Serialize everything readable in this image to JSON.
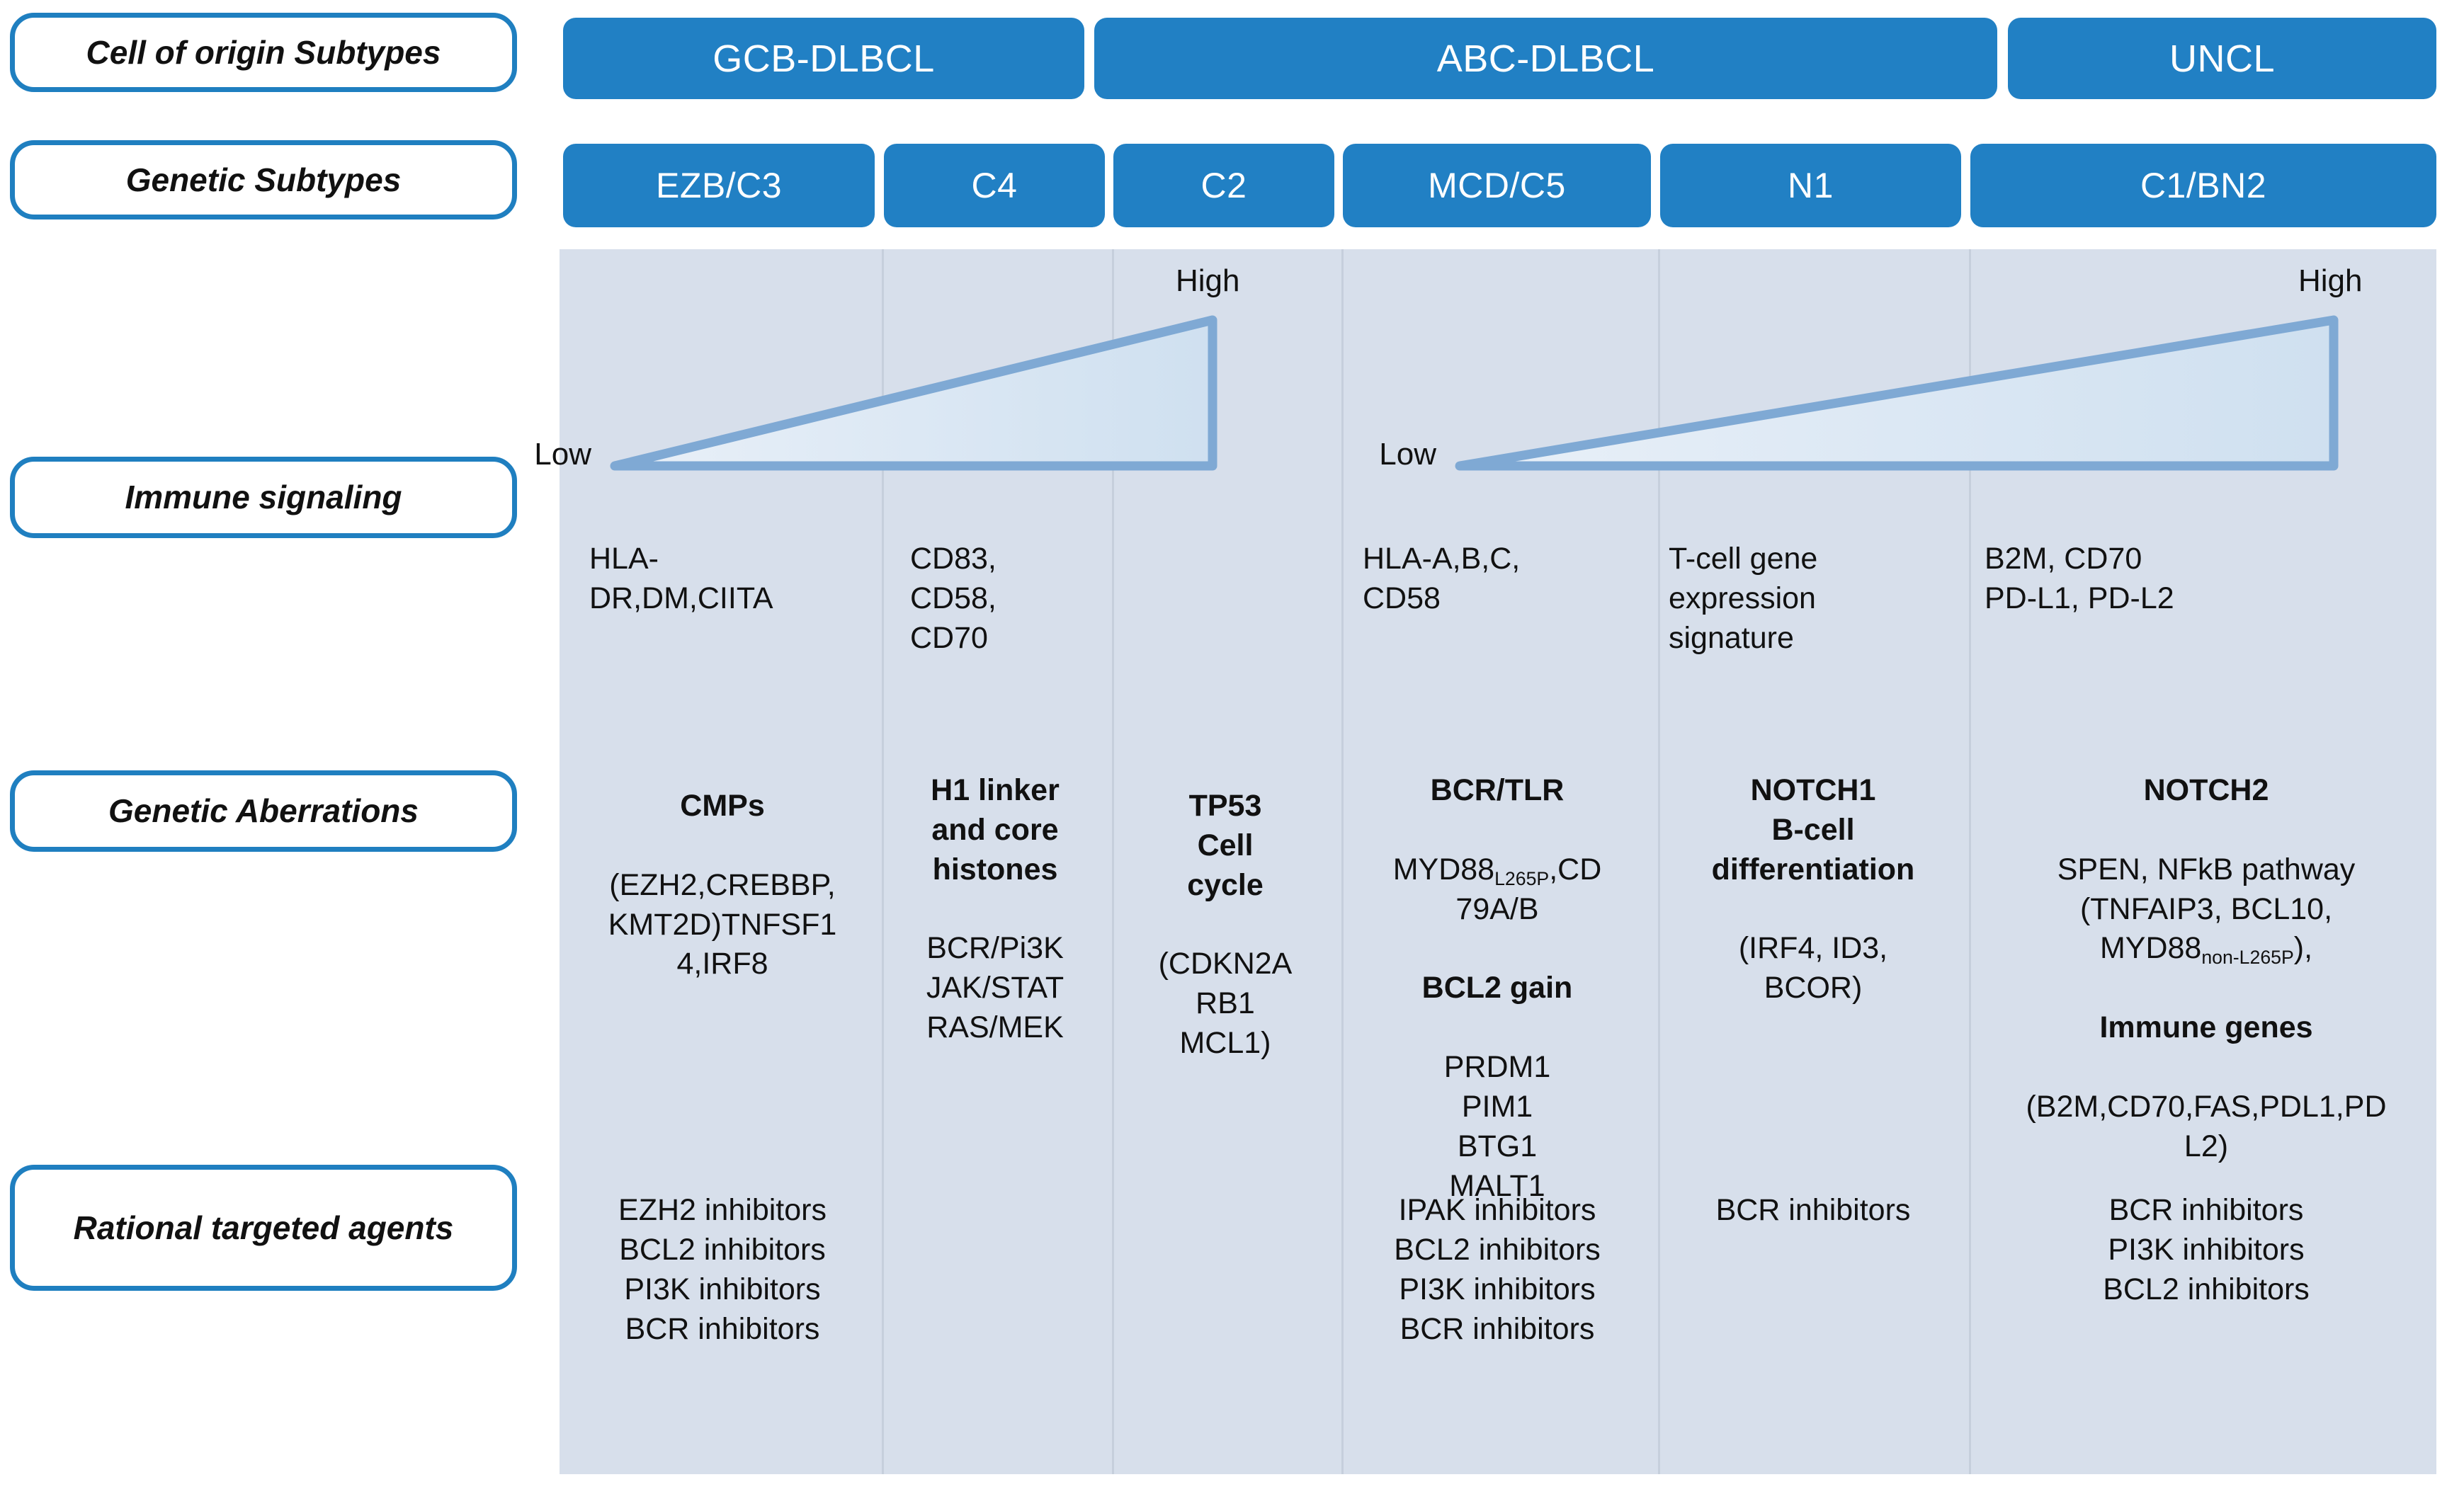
{
  "row_labels": [
    {
      "id": "cell-of-origin-subtypes",
      "text": "Cell of origin Subtypes"
    },
    {
      "id": "genetic-subtypes",
      "text": "Genetic Subtypes"
    },
    {
      "id": "immune-signaling",
      "text": "Immune signaling"
    },
    {
      "id": "genetic-aberrations",
      "text": "Genetic Aberrations"
    },
    {
      "id": "rational-targeted-agents",
      "text": "Rational targeted\nagents"
    }
  ],
  "cell_of_origin": [
    {
      "id": "gcb-dlbcl",
      "label": "GCB-DLBCL"
    },
    {
      "id": "abc-dlbcl",
      "label": "ABC-DLBCL"
    },
    {
      "id": "uncl",
      "label": "UNCL"
    }
  ],
  "genetic_subtypes": [
    {
      "id": "ezb-c3",
      "label": "EZB/C3"
    },
    {
      "id": "c4",
      "label": "C4"
    },
    {
      "id": "c2",
      "label": "C2"
    },
    {
      "id": "mcd-c5",
      "label": "MCD/C5"
    },
    {
      "id": "n1",
      "label": "N1"
    },
    {
      "id": "c1-bn2",
      "label": "C1/BN2"
    }
  ],
  "gradients": [
    {
      "id": "gcb-immune-gradient",
      "low": "Low",
      "high": "High"
    },
    {
      "id": "abc-immune-gradient",
      "low": "Low",
      "high": "High"
    }
  ],
  "immune_signaling": {
    "ezb_c3": "HLA-\nDR,DM,CIITA",
    "c4": "CD83,\nCD58,\nCD70",
    "c2": "",
    "mcd_c5": "HLA-A,B,C,\nCD58",
    "n1": "T-cell gene\nexpression\nsignature",
    "c1_bn2": "B2M, CD70\nPD-L1, PD-L2"
  },
  "genetic_aberrations": {
    "ezb_c3": {
      "bold_head": "CMPs",
      "body": "(EZH2,CREBBP,\nKMT2D)TNFSF1\n4,IRF8"
    },
    "c4": {
      "bold_head": "H1 linker\nand core\nhistones",
      "body": "BCR/Pi3K\nJAK/STAT\nRAS/MEK"
    },
    "c2": {
      "bold_head": "TP53\nCell\ncycle",
      "body": "(CDKN2A\nRB1\nMCL1)"
    },
    "mcd_c5": {
      "bold_head": "BCR/TLR",
      "body1_pre": "MYD88",
      "body1_sub": "L265P",
      "body1_post": ",CD\n79A/B",
      "bold_head2": "BCL2 gain",
      "body2": "PRDM1\nPIM1\nBTG1\nMALT1"
    },
    "n1": {
      "bold_head": "NOTCH1\nB-cell\ndifferentiation",
      "body": "(IRF4, ID3,\nBCOR)"
    },
    "c1_bn2": {
      "bold_head": "NOTCH2",
      "body_pre": "SPEN, NFkB pathway\n(TNFAIP3, BCL10,\nMYD88",
      "body_sub": "non-L265P",
      "body_post": "),",
      "bold_head2": "Immune genes",
      "body2": "(B2M,CD70,FAS,PDL1,PD\nL2)"
    }
  },
  "rational_agents": {
    "ezb_c3": "EZH2 inhibitors\nBCL2 inhibitors\nPI3K inhibitors\nBCR inhibitors",
    "c4": "",
    "c2": "",
    "mcd_c5": "IPAK inhibitors\nBCL2 inhibitors\nPI3K inhibitors\nBCR inhibitors",
    "n1": "BCR inhibitors",
    "c1_bn2": "BCR inhibitors\nPI3K inhibitors\nBCL2 inhibitors"
  },
  "colors": {
    "pill_blue": "#2180c4",
    "label_border_blue": "#1f7fc0",
    "panel_bg": "#d7dfeb",
    "triangle_stroke": "#7fa9d4",
    "column_separator": "#c6cfdc",
    "text": "#111111"
  }
}
